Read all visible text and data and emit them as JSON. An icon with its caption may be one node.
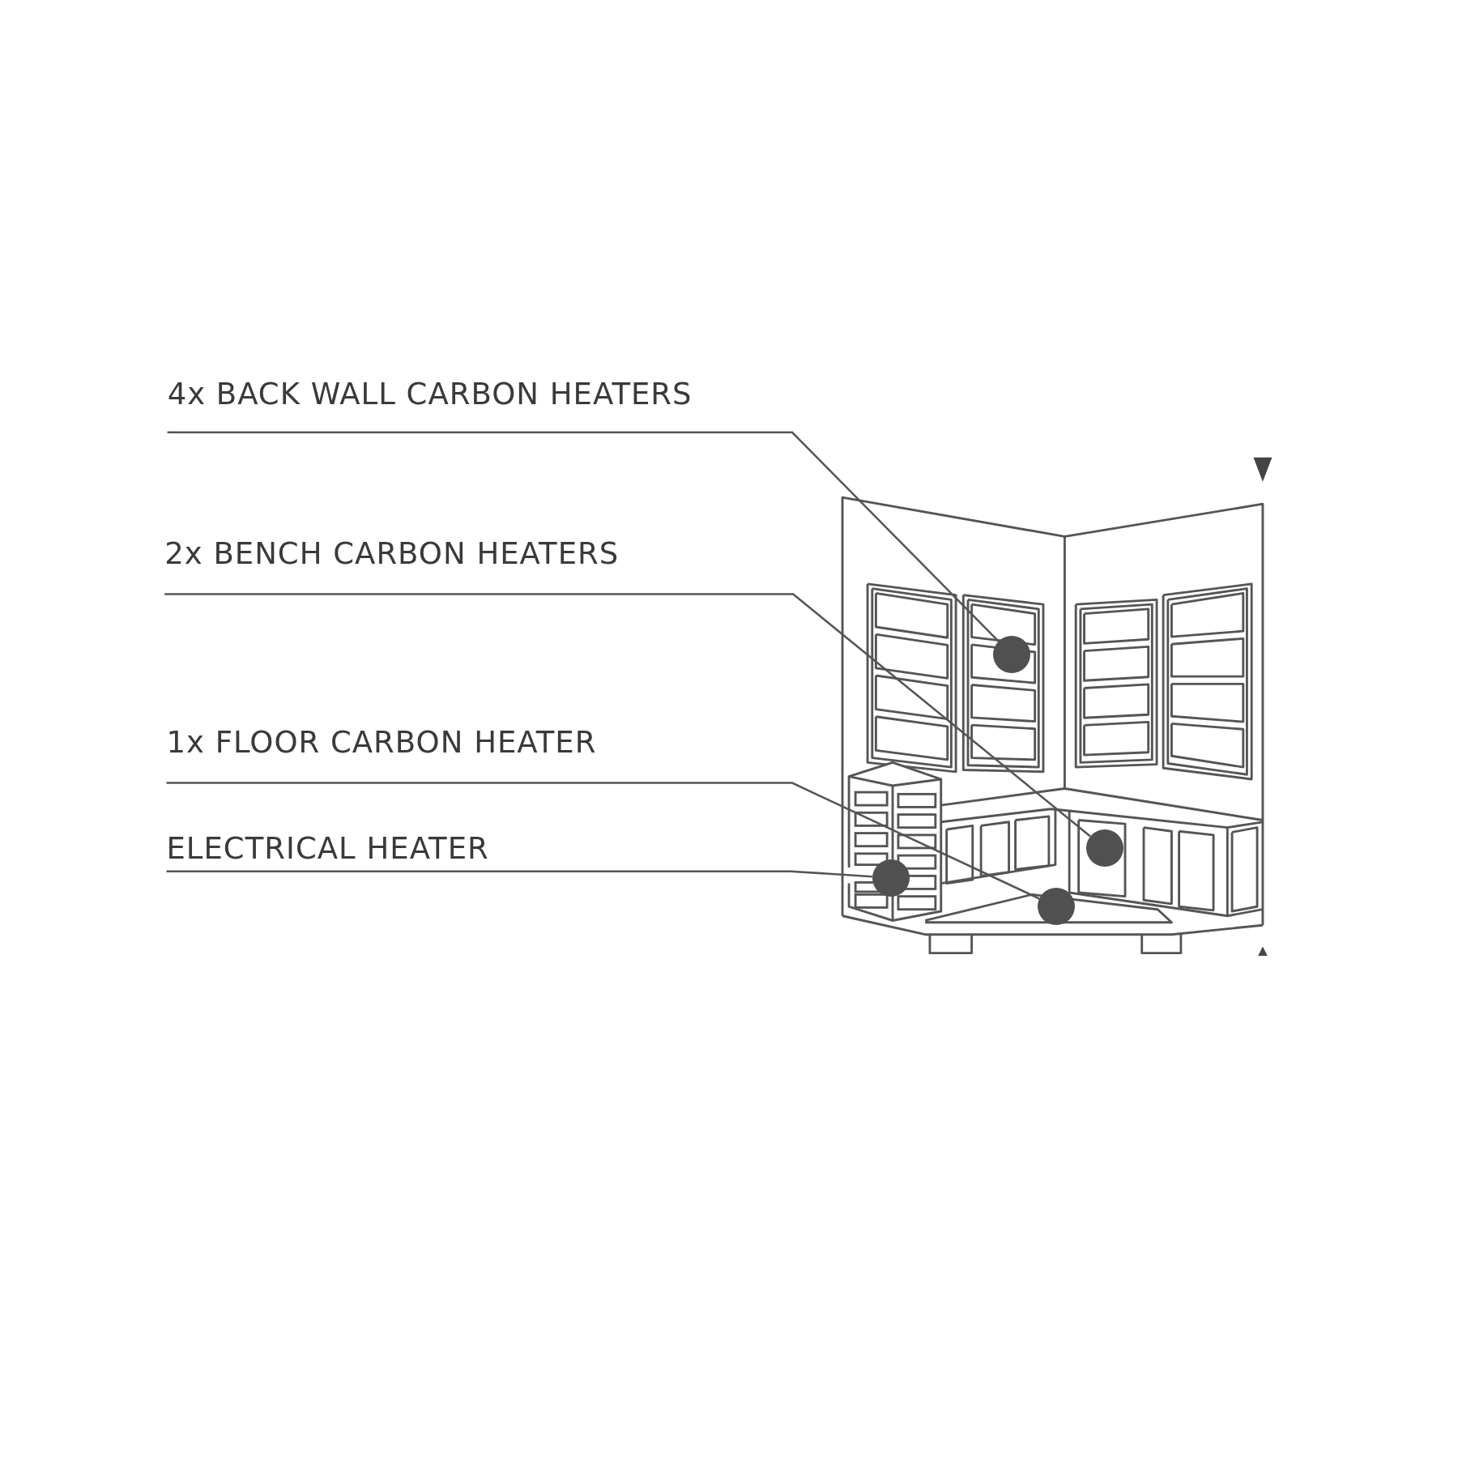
{
  "diagram": {
    "nodes": [
      {
        "text": [
          "4x BACK WALL CARBON HEATERS"
        ]
      },
      {
        "text": [
          "2x BENCH CARBON HEATERS"
        ]
      },
      {
        "text": [
          "1x FLOOR CARBON HEATER"
        ]
      },
      {
        "text": [
          "ELECTRICAL HEATER"
        ]
      },
      {
        "text": [],
        "shape": "circle"
      },
      {
        "text": [],
        "shape": "circle"
      },
      {
        "text": [],
        "shape": "circle"
      },
      {
        "text": [],
        "shape": "circle"
      }
    ],
    "edges": [
      {
        "from": 0,
        "to": 4,
        "arrow": "none"
      },
      {
        "from": 1,
        "to": 5,
        "arrow": "none"
      },
      {
        "from": 2,
        "to": 6,
        "arrow": "none"
      },
      {
        "from": 3,
        "to": 7,
        "arrow": "none"
      }
    ]
  }
}
